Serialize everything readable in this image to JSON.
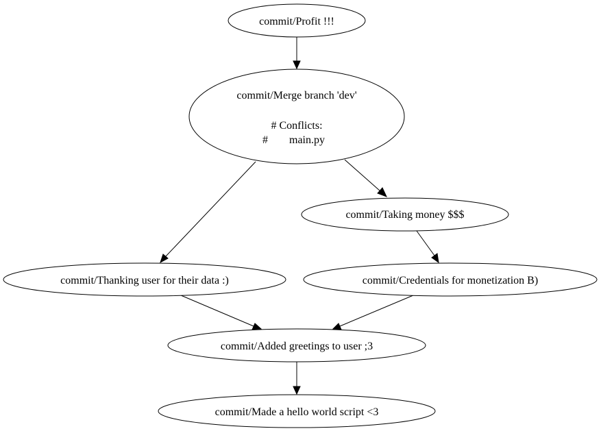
{
  "graph": {
    "nodes": {
      "profit": {
        "label": "commit/Profit !!!"
      },
      "merge": {
        "label_line1": "commit/Merge branch 'dev'",
        "label_line2": "# Conflicts:",
        "label_line3_hash": "#",
        "label_line3_file": "main.py"
      },
      "taking_money": {
        "label": "commit/Taking money $$$"
      },
      "thanking": {
        "label": "commit/Thanking user for their data :)"
      },
      "credentials": {
        "label": "commit/Credentials for monetization B)"
      },
      "greetings": {
        "label": "commit/Added greetings to user ;3"
      },
      "hello_world": {
        "label": "commit/Made a hello world script <3"
      }
    },
    "edges": [
      {
        "from": "profit",
        "to": "merge"
      },
      {
        "from": "merge",
        "to": "thanking"
      },
      {
        "from": "merge",
        "to": "taking_money"
      },
      {
        "from": "taking_money",
        "to": "credentials"
      },
      {
        "from": "thanking",
        "to": "greetings"
      },
      {
        "from": "credentials",
        "to": "greetings"
      },
      {
        "from": "greetings",
        "to": "hello_world"
      }
    ]
  }
}
